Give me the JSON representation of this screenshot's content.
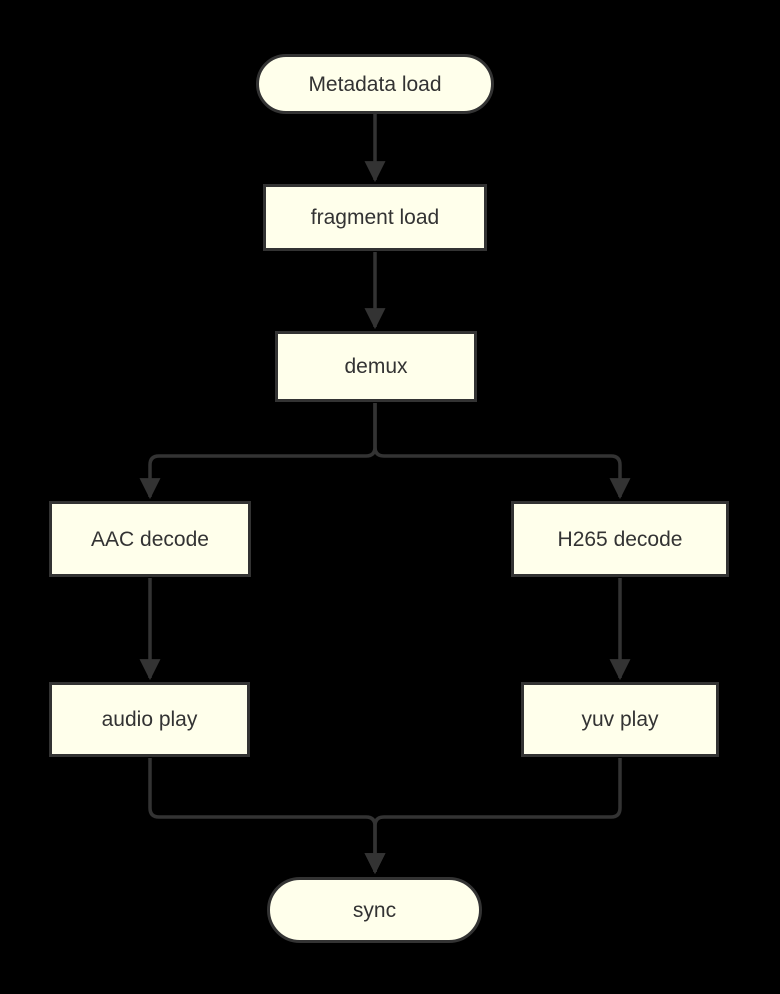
{
  "diagram": {
    "type": "flowchart",
    "direction": "top-down",
    "colors": {
      "background": "#000000",
      "node_fill": "#FFFFEB",
      "node_border": "#333333",
      "edge_color": "#333333",
      "text_color": "#333333"
    },
    "nodes": [
      {
        "id": "metadata_load",
        "label": "Metadata load",
        "shape": "stadium"
      },
      {
        "id": "fragment_load",
        "label": "fragment load",
        "shape": "rect"
      },
      {
        "id": "demux",
        "label": "demux",
        "shape": "rect"
      },
      {
        "id": "aac_decode",
        "label": "AAC decode",
        "shape": "rect"
      },
      {
        "id": "h265_decode",
        "label": "H265 decode",
        "shape": "rect"
      },
      {
        "id": "audio_play",
        "label": "audio play",
        "shape": "rect"
      },
      {
        "id": "yuv_play",
        "label": "yuv play",
        "shape": "rect"
      },
      {
        "id": "sync",
        "label": "sync",
        "shape": "stadium"
      }
    ],
    "edges": [
      {
        "from": "metadata_load",
        "to": "fragment_load"
      },
      {
        "from": "fragment_load",
        "to": "demux"
      },
      {
        "from": "demux",
        "to": "aac_decode"
      },
      {
        "from": "demux",
        "to": "h265_decode"
      },
      {
        "from": "aac_decode",
        "to": "audio_play"
      },
      {
        "from": "h265_decode",
        "to": "yuv_play"
      },
      {
        "from": "audio_play",
        "to": "sync"
      },
      {
        "from": "yuv_play",
        "to": "sync"
      }
    ]
  }
}
